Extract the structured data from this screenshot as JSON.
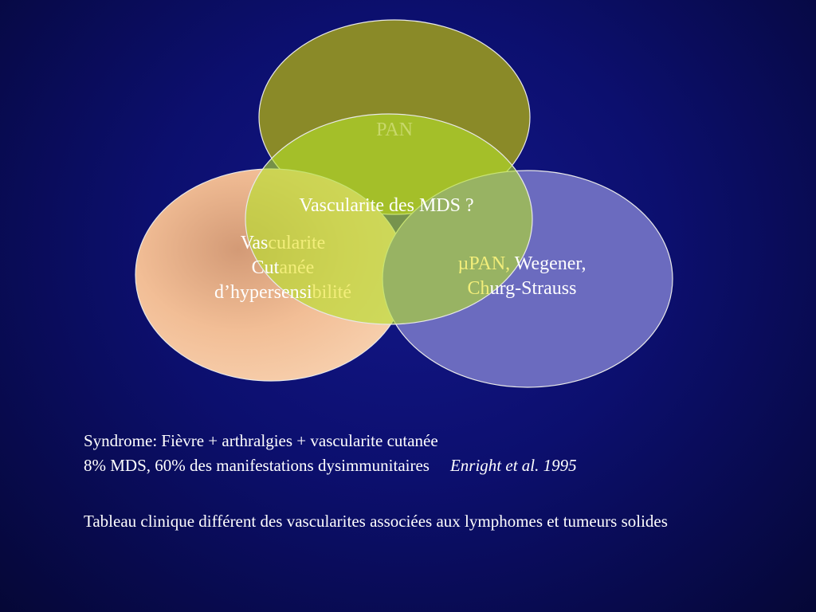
{
  "diagram": {
    "colors": {
      "background": "#0c0f6e",
      "top_circle": "#8a8a28",
      "left_circle": "#f2be96",
      "right_circle": "#6b6bbf",
      "center_circle": "#b4e02a",
      "circle_stroke": "#e8e8e8",
      "pan_text": "#c8d86a"
    },
    "top_label": "PAN",
    "center_label": "Vascularite des MDS ?",
    "left_label": {
      "line1_a": "Vas",
      "line1_b": "cularite",
      "line2_a": "Cut",
      "line2_b": "anée",
      "line3_a": "d’hypersensi",
      "line3_b": "bilité"
    },
    "right_label": {
      "line1_a": "µPAN, ",
      "line1_b": "Wegener,",
      "line2_a": "Ch",
      "line2_b": "urg-Strauss"
    }
  },
  "notes": {
    "line1": "Syndrome:  Fièvre + arthralgies + vascularite cutanée",
    "line2": "8% MDS, 60% des manifestations dysimmunitaires",
    "citation": "Enright et al. 1995",
    "paragraph": "Tableau clinique différent des vascularites associées aux lymphomes et tumeurs solides"
  }
}
